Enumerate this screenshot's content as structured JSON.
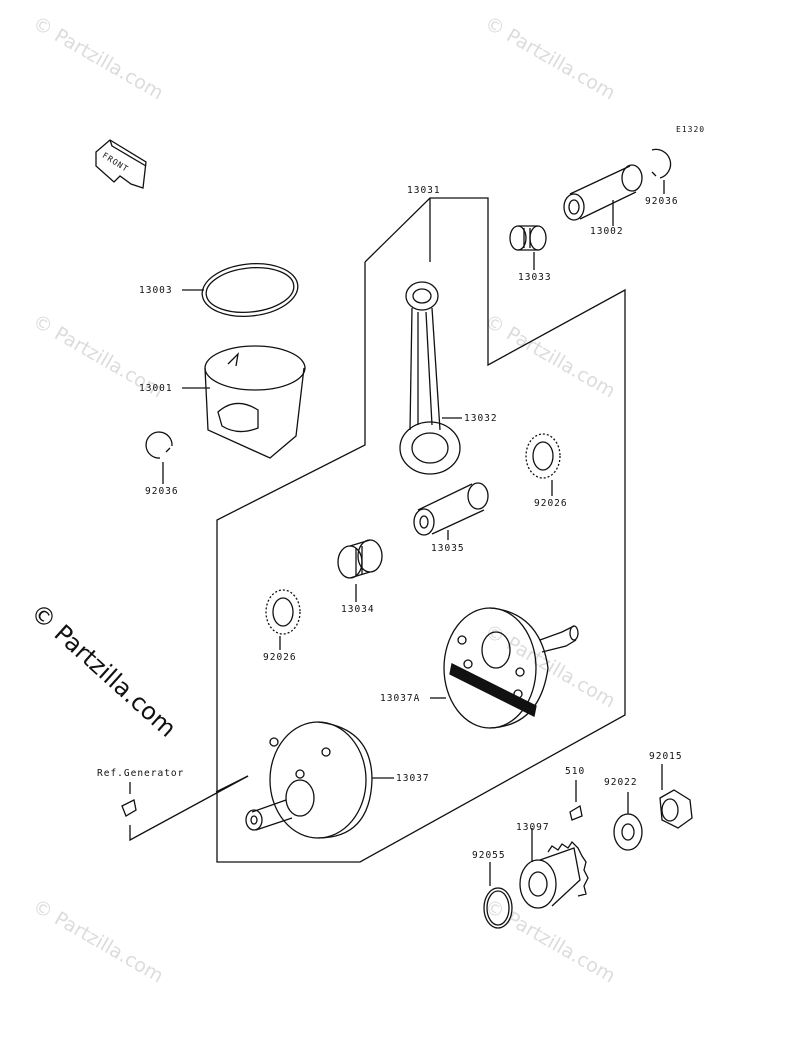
{
  "diagram_code": "E1320",
  "front_label": "FRONT",
  "watermark_small": "© Partzilla.com",
  "watermark_main": "© Partzilla.com",
  "parts": {
    "p13031": "13031",
    "p13002": "13002",
    "p92036_top": "92036",
    "p13033": "13033",
    "p13003": "13003",
    "p13001": "13001",
    "p92036_left": "92036",
    "p13032": "13032",
    "p92026_right": "92026",
    "p13035": "13035",
    "p13034": "13034",
    "p92026_left": "92026",
    "p13037A": "13037A",
    "ref_generator": "Ref.Generator",
    "p13037": "13037",
    "p510": "510",
    "p92022": "92022",
    "p92015": "92015",
    "p13097": "13097",
    "p92055": "92055"
  }
}
